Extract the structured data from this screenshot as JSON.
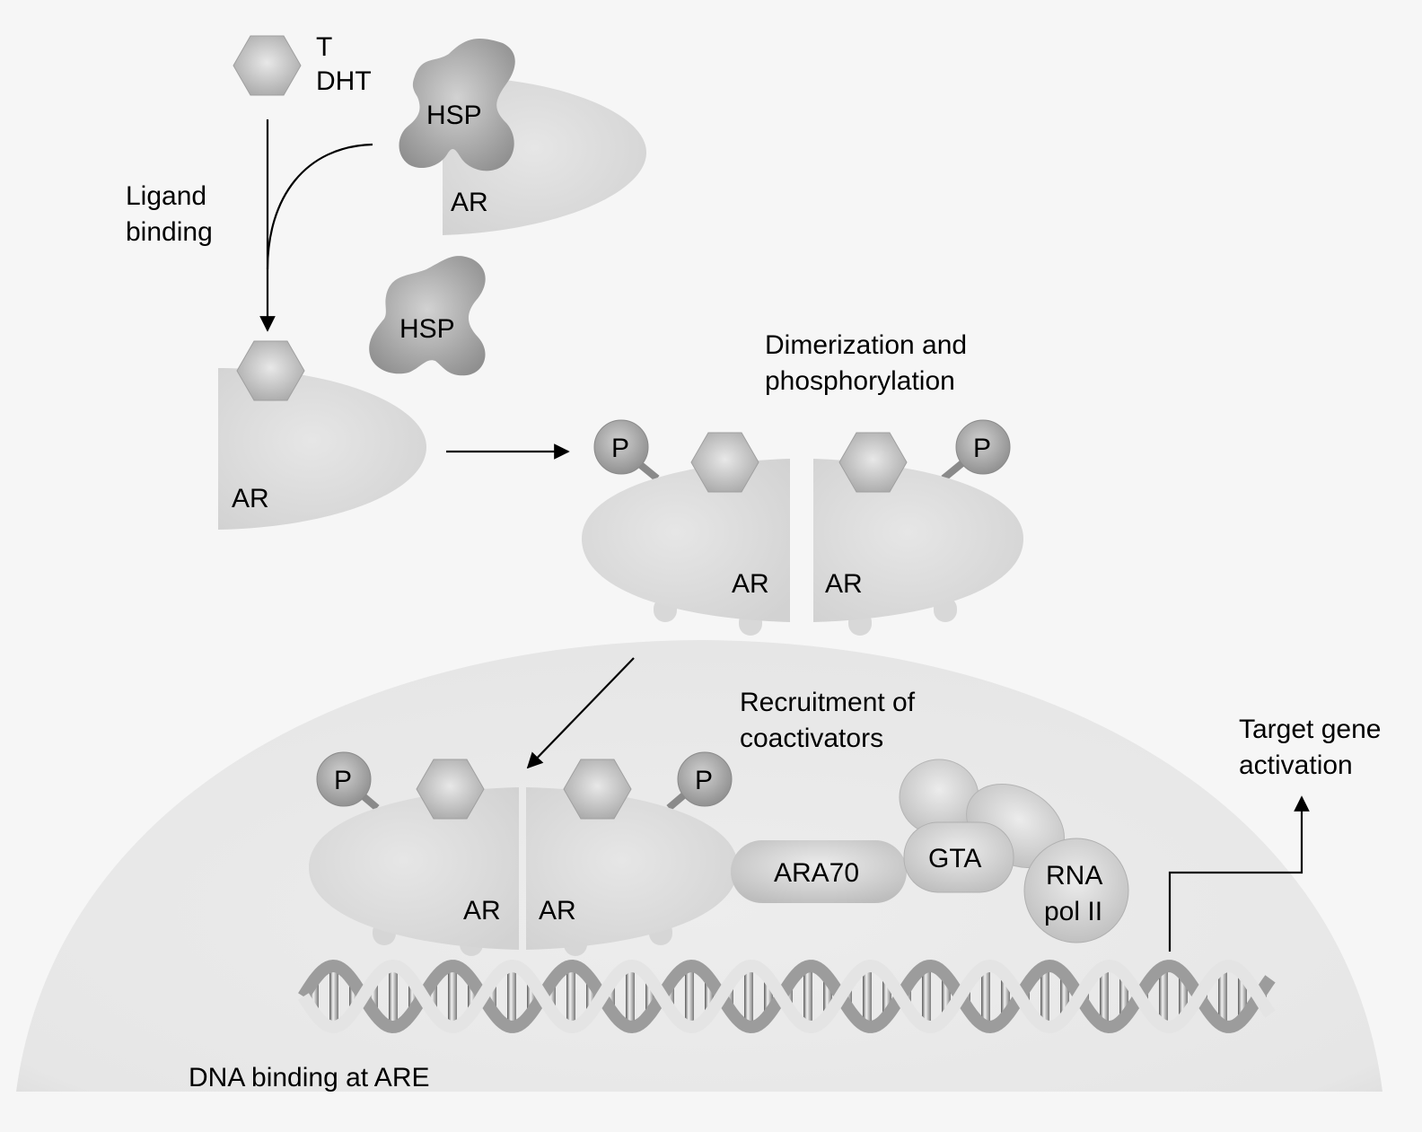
{
  "title": "Androgen receptor signaling pathway",
  "ligand": {
    "line1": "T",
    "line2": "DHT"
  },
  "labels": {
    "ligand_binding_1": "Ligand",
    "ligand_binding_2": "binding",
    "dimerization_1": "Dimerization and",
    "dimerization_2": "phosphorylation",
    "recruitment_1": "Recruitment of",
    "recruitment_2": "coactivators",
    "target_1": "Target gene",
    "target_2": "activation",
    "dna_binding": "DNA binding at ARE"
  },
  "molecules": {
    "hsp": "HSP",
    "ar": "AR",
    "phosphate": "P",
    "ara70": "ARA70",
    "gta": "GTA",
    "rna_pol_1": "RNA",
    "rna_pol_2": "pol II"
  },
  "colors": {
    "background": "#f6f6f6",
    "nucleus": "#ececec",
    "receptor": "#dcdcdc",
    "hsp": "#a8a8a8",
    "hexagon": "#c8c8c8",
    "phosphate": "#a5a5a5",
    "coactivator": "#d0d0d0"
  }
}
